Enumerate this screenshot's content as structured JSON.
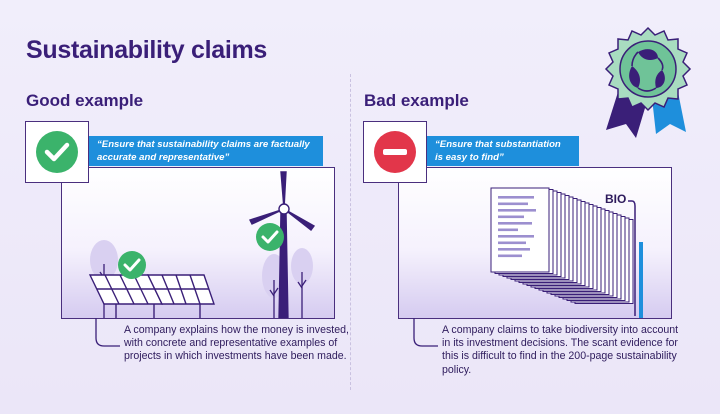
{
  "title": "Sustainability claims",
  "good": {
    "heading": "Good example",
    "quote": "“Ensure that sustainability claims are factually accurate and representative”",
    "caption": "A company explains how the money is invested, with concrete and representative examples of projects in which investments have been made."
  },
  "bad": {
    "heading": "Bad example",
    "quote": "“Ensure that substantiation is easy to find”",
    "caption": "A company claims to take biodiversity into account in its investment decisions. The scant evidence for this is difficult to find in the 200-page sustainability policy.",
    "document_label": "BIO"
  },
  "colors": {
    "accent_blue": "#1e8fdc",
    "good_green": "#3bb36b",
    "bad_red": "#e2364a",
    "purple": "#3a1f78"
  },
  "icons": [
    "checkmark-icon",
    "no-entry-icon",
    "award-rosette-icon",
    "leaf-icon"
  ]
}
